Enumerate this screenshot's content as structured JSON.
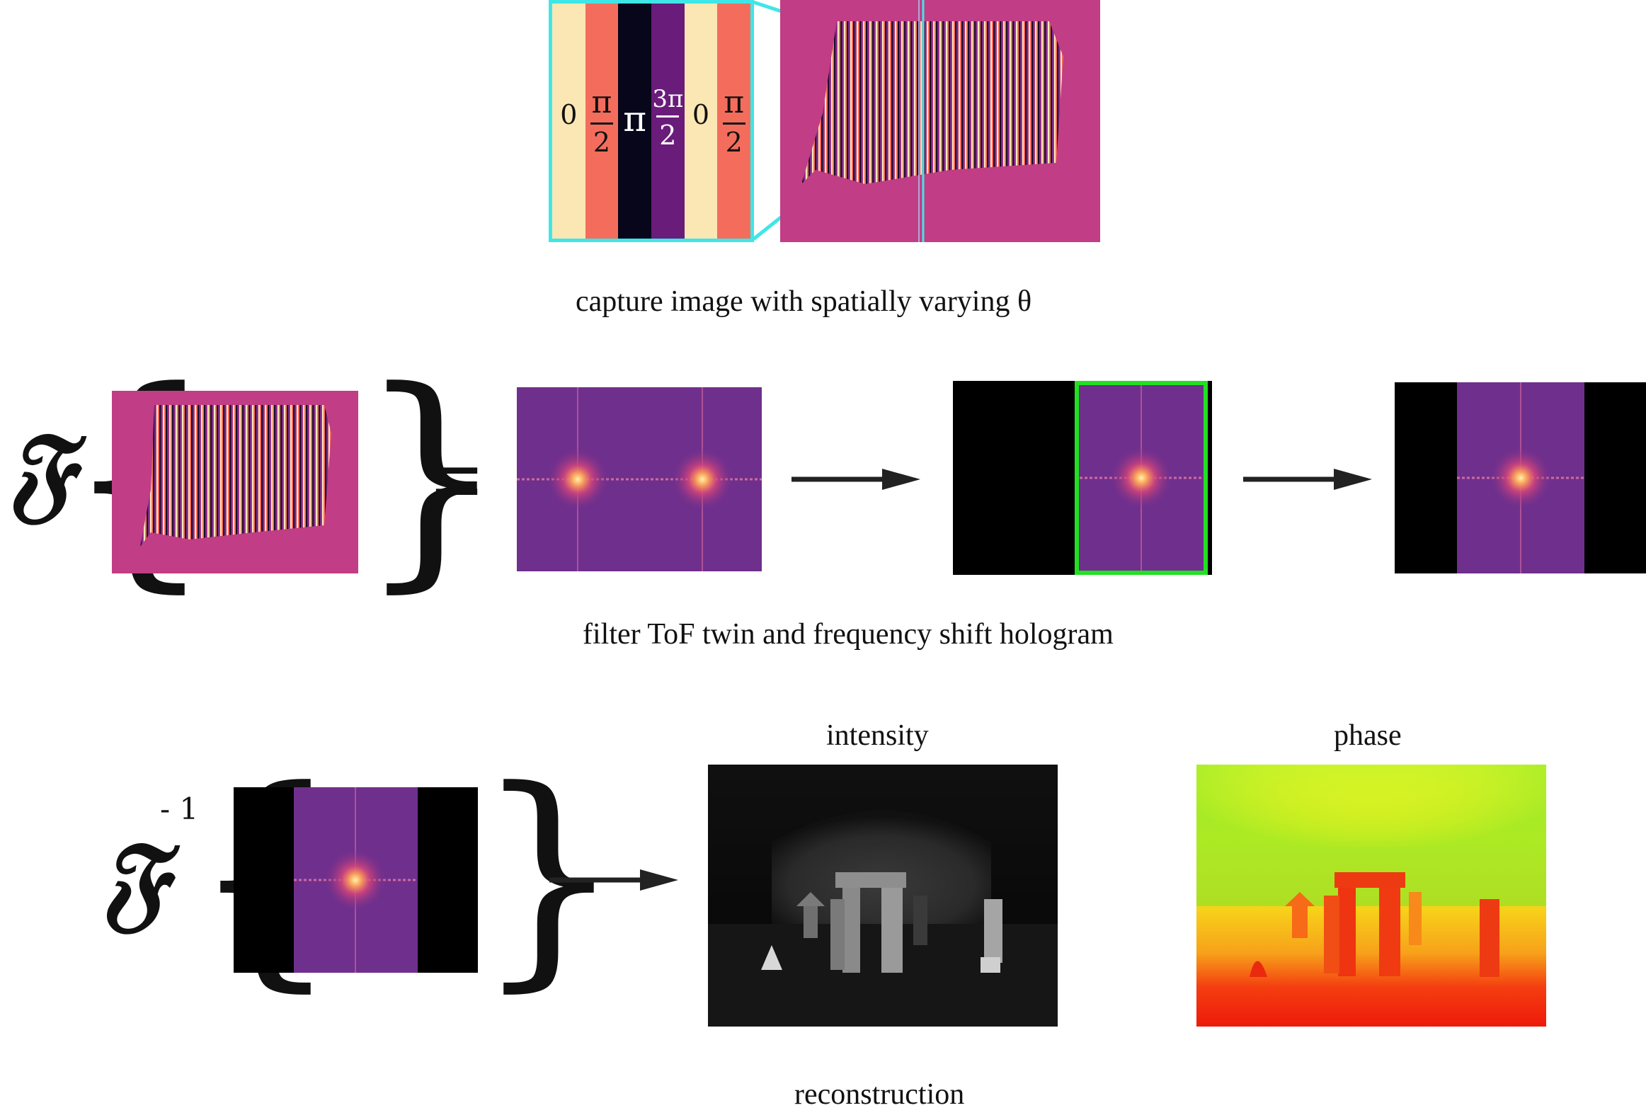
{
  "colors": {
    "inset_border": "#3fe6e6",
    "filter_box": "#22e022",
    "hologram_bg": "#c13d86",
    "spectrum_bg": "#6f2f8d",
    "arrow": "#222222"
  },
  "row1": {
    "phase_strips": [
      {
        "label": "0",
        "type": "text",
        "bg": "#fbe7b4",
        "fg": "#111111"
      },
      {
        "label_num": "π",
        "label_den": "2",
        "type": "frac",
        "bg": "#f46d5c",
        "fg": "#111111"
      },
      {
        "label": "π",
        "type": "text",
        "bg": "#07061a",
        "fg": "#ffffff"
      },
      {
        "label_num": "3π",
        "label_den": "2",
        "type": "frac",
        "bg": "#6a1c7a",
        "fg": "#ffffff"
      },
      {
        "label": "0",
        "type": "text",
        "bg": "#fbe7b4",
        "fg": "#111111"
      },
      {
        "label_num": "π",
        "label_den": "2",
        "type": "frac",
        "bg": "#f46d5c",
        "fg": "#111111"
      }
    ],
    "caption": "capture image with spatially varying θ"
  },
  "row2": {
    "fourier_symbol": "𝔉",
    "equals": "=",
    "caption": "filter ToF twin and frequency shift hologram"
  },
  "row3": {
    "fourier_symbol": "𝔉",
    "inverse_superscript": "- 1",
    "intensity_label": "intensity",
    "phase_label": "phase",
    "caption": "reconstruction"
  }
}
